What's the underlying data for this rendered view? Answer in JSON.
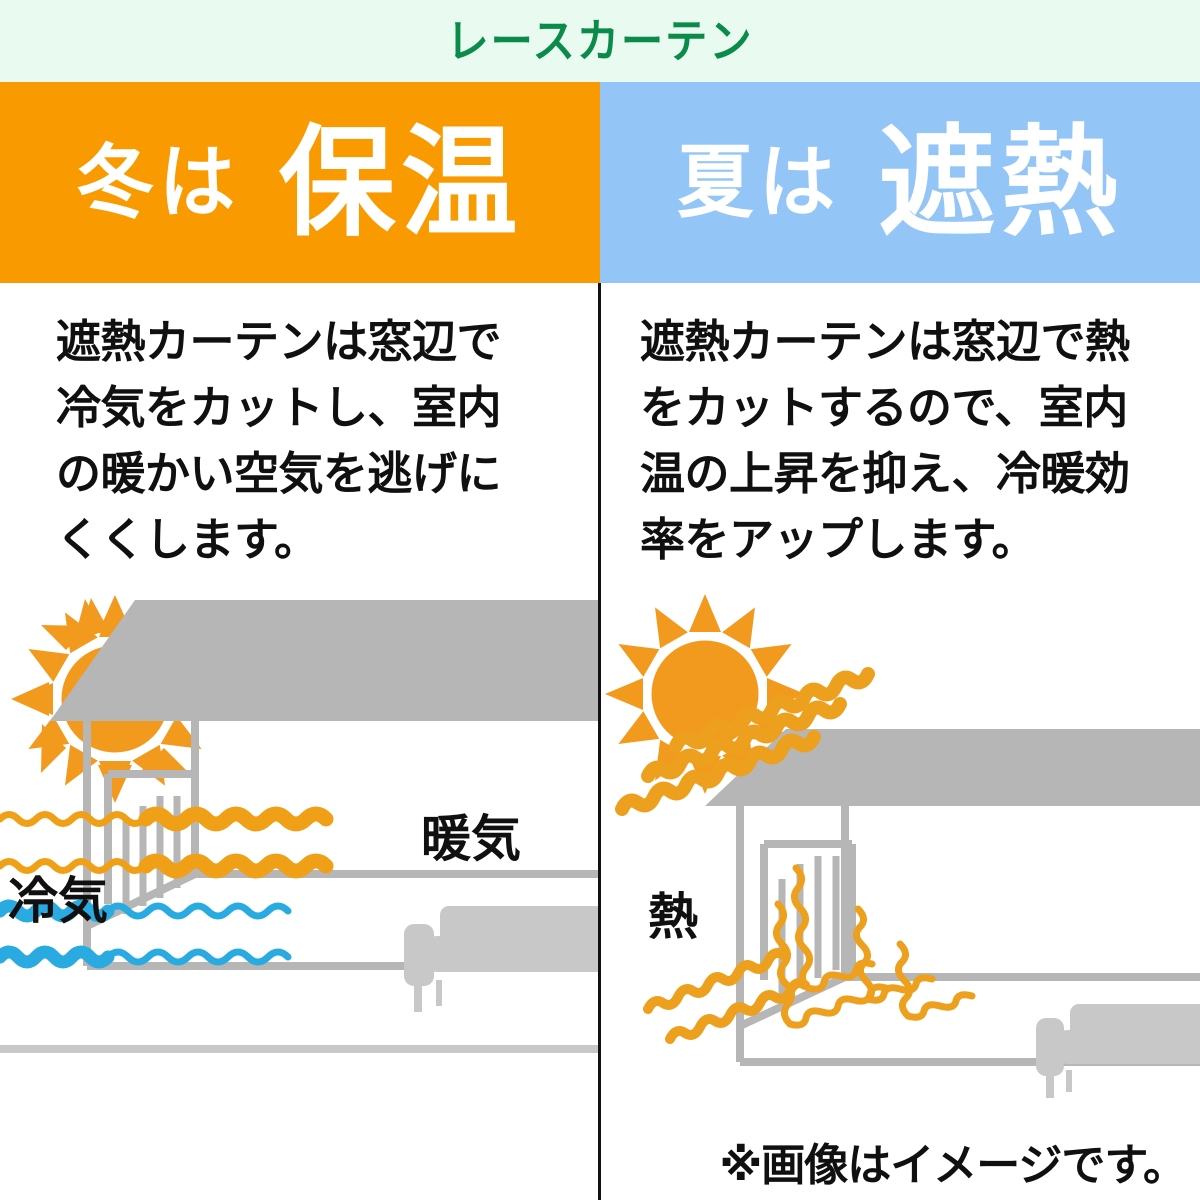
{
  "header": {
    "title": "レースカーテン",
    "title_color": "#0a8b4a",
    "background_color": "#e9faf0"
  },
  "panels": [
    {
      "id": "winter",
      "banner": {
        "background_color": "#f99b00",
        "text_color": "#ffffff",
        "prefix": "冬は",
        "keyword": "保温"
      },
      "body": "遮熱カーテンは窓辺で\n冷気をカットし、室内\nの暖かい空気を逃げに\nくくします。",
      "illustration": {
        "sun_color": "#f29a1e",
        "house_color": "#b6b6b6",
        "sofa_color": "#c8c8c8",
        "warm_wave_color": "#f0a016",
        "cool_wave_color": "#29abe2",
        "labels": [
          {
            "text": "暖気",
            "color": "#101010"
          },
          {
            "text": "冷気",
            "color": "#101010"
          }
        ]
      }
    },
    {
      "id": "summer",
      "banner": {
        "background_color": "#93c6f7",
        "text_color": "#ffffff",
        "prefix": "夏は",
        "keyword": "遮熱"
      },
      "body": "遮熱カーテンは窓辺で熱\nをカットするので、室内\n温の上昇を抑え、冷暖効\n率をアップします。",
      "illustration": {
        "sun_color": "#f29a1e",
        "house_color": "#b6b6b6",
        "sofa_color": "#c8c8c8",
        "heat_wave_color": "#eda01e",
        "labels": [
          {
            "text": "熱",
            "color": "#101010"
          }
        ]
      }
    }
  ],
  "footer": {
    "disclaimer": "※画像はイメージです。"
  }
}
